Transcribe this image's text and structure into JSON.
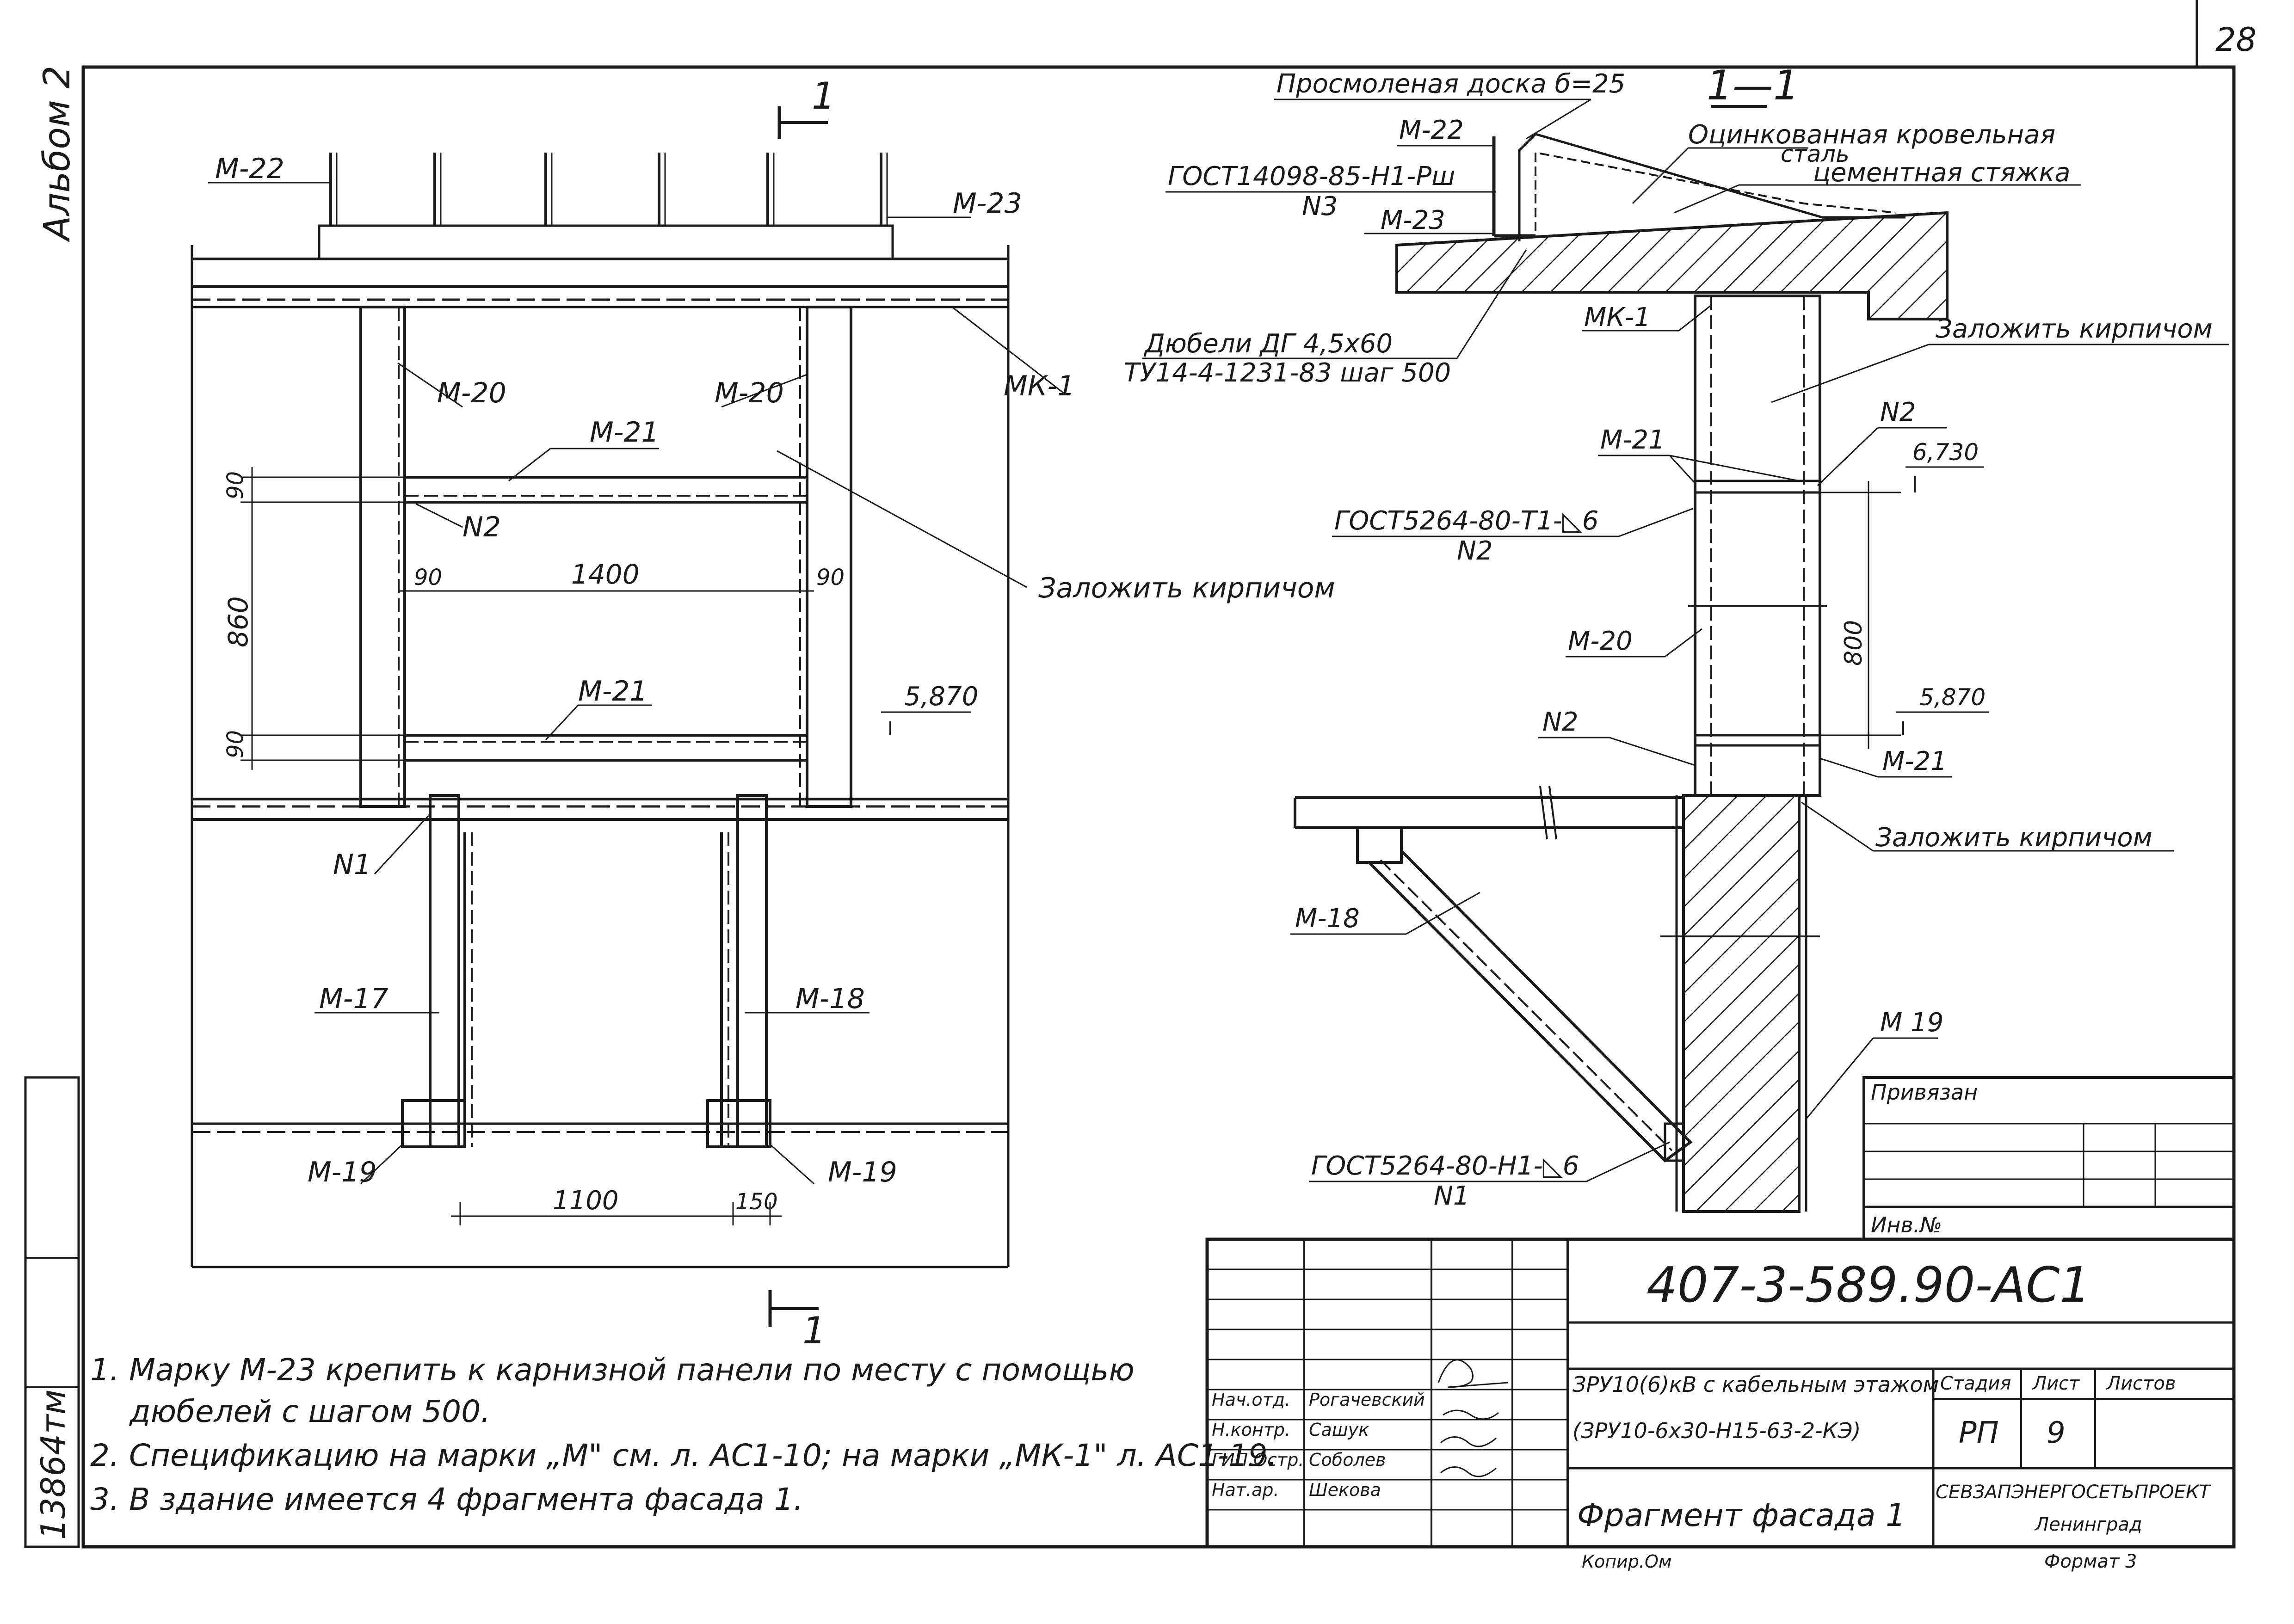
{
  "sheet": {
    "page_number": "28",
    "album_label": "Альбом 2",
    "inventory_number": "13864тм",
    "attachment_note": "Привязан",
    "inventory_label": "Инв.№"
  },
  "section_mark": {
    "number": "1",
    "title": "1—1"
  },
  "facade_labels": {
    "m22": "М-22",
    "m23": "М-23",
    "mk1": "МК-1",
    "m20_left": "М-20",
    "m20_right": "М-20",
    "m21_top": "М-21",
    "m21_bottom": "М-21",
    "n2": "N2",
    "n1": "N1",
    "m17": "М-17",
    "m18": "М-18",
    "m19_left": "М-19",
    "m19_right": "М-19",
    "brick_fill": "Заложить кирпичом",
    "dim_90_top": "90",
    "dim_860": "860",
    "dim_90_bottom": "90",
    "dim_90_left": "90",
    "dim_1400": "1400",
    "dim_90_right": "90",
    "dim_1100": "1100",
    "dim_150": "150",
    "elevation": "5,870"
  },
  "section_labels": {
    "board": "Просмоленая доска б=25",
    "m22": "М-22",
    "gost14098_line1": "ГОСТ14098-85-Н1-Рш",
    "gost14098_line2": "N3",
    "m23": "М-23",
    "roof_steel_line1": "Оцинкованная кровельная",
    "roof_steel_line2": "сталь",
    "cement": "цементная стяжка",
    "dowels_line1": "Дюбели ДГ 4,5х60",
    "dowels_line2": "ТУ14-4-1231-83 шаг 500",
    "mk1": "МК-1",
    "brick_top": "Заложить кирпичом",
    "n2_top": "N2",
    "elev_top": "6,730",
    "m21_top": "М-21",
    "gost5264_t1_line1": "ГОСТ5264-80-Т1-◺6",
    "gost5264_t1_line2": "N2",
    "m20": "М-20",
    "dim_800": "800",
    "elev_bottom": "5,870",
    "n2_bottom": "N2",
    "m21_bottom": "М-21",
    "brick_bottom": "Заложить кирпичом",
    "m18": "М-18",
    "m19": "М 19",
    "gost5264_h1_line1": "ГОСТ5264-80-Н1-◺6",
    "gost5264_h1_line2": "N1"
  },
  "notes": [
    "1.  Марку М-23 крепить к карнизной панели по месту с помощью",
    "дюбелей  с   шагом 500.",
    "2. Спецификацию на марки „М\" см. л. АС1-10; на марки „МК-1\" л. АС1-19.",
    "3. В здание имеется 4 фрагмента фасада 1."
  ],
  "title_block": {
    "doc_code": "407-3-589.90-АС1",
    "object_line1": "ЗРУ10(6)кВ с кабельным этажом",
    "object_line2": "(ЗРУ10-6х30-Н15-63-2-КЭ)",
    "sheet_title": "Фрагмент фасада 1",
    "organization": "СЕВЗАПЭНЕРГОСЕТЬПРОЕКТ",
    "city": "Ленинград",
    "format_label": "Формат  3",
    "copied_label": "Копир.Ом",
    "stage_header": "Стадия",
    "sheet_header": "Лист",
    "sheets_header": "Листов",
    "stage": "РП",
    "sheet": "9",
    "roles": [
      {
        "role": "Нач.отд.",
        "name": "Рогачевский"
      },
      {
        "role": "Н.контр.",
        "name": "Сашук"
      },
      {
        "role": "ГИП.Остр.",
        "name": "Соболев"
      },
      {
        "role": "Нат.ар.",
        "name": "Шекова"
      }
    ]
  }
}
